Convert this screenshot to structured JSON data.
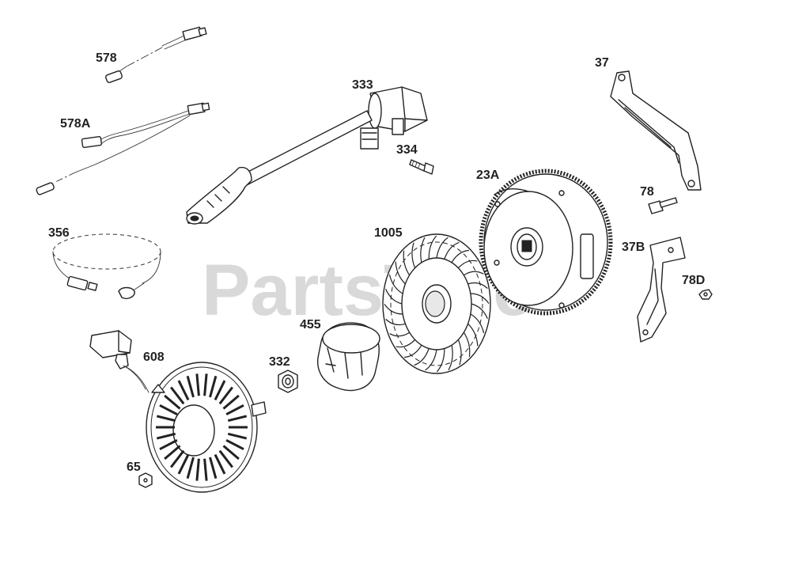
{
  "watermark": "PartsTree",
  "labels": {
    "p578": "578",
    "p578a": "578A",
    "p356": "356",
    "p333": "333",
    "p334": "334",
    "p37": "37",
    "p23a": "23A",
    "p78": "78",
    "p1005": "1005",
    "p37b": "37B",
    "p78d": "78D",
    "p455": "455",
    "p332": "332",
    "p608": "608",
    "p65": "65"
  }
}
